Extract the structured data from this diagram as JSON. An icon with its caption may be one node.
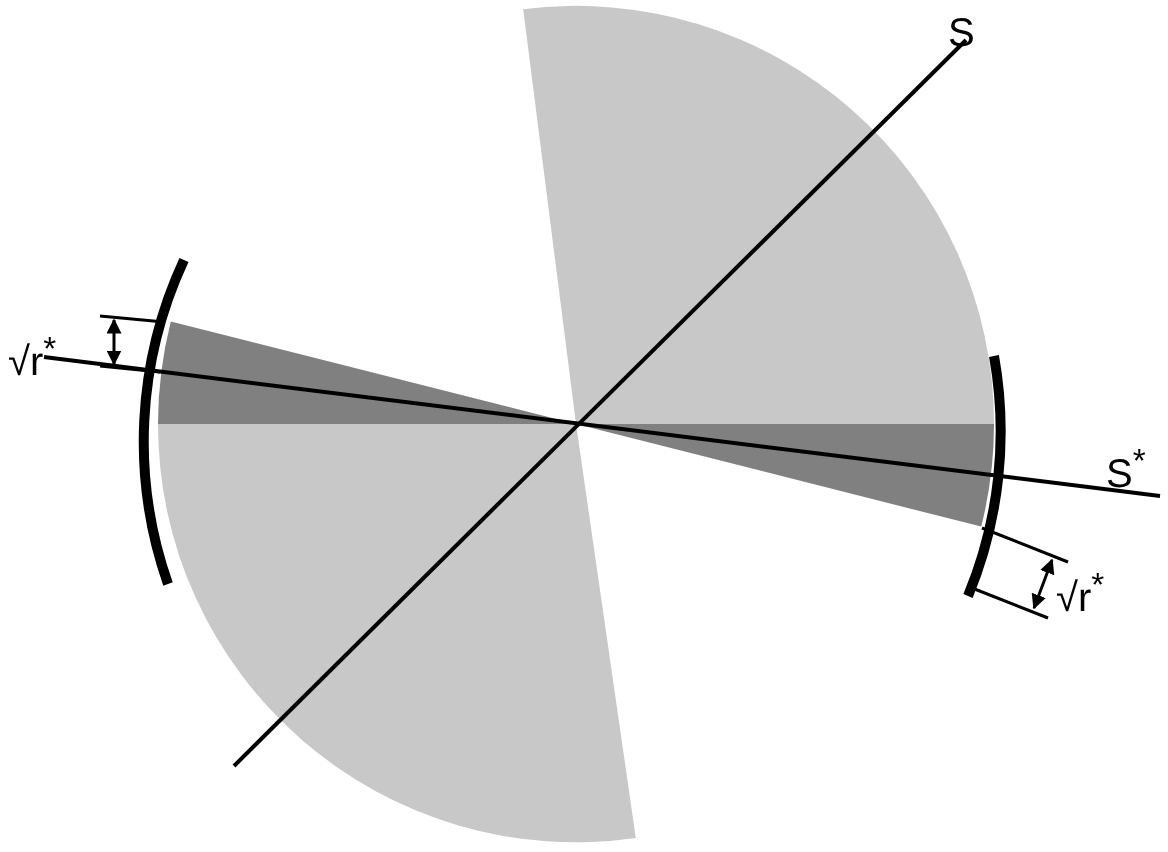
{
  "diagram": {
    "labels": [
      "√r$^{*}$",
      "S",
      "S$^{*}$",
      "√r$^{*}$"
    ]
  }
}
